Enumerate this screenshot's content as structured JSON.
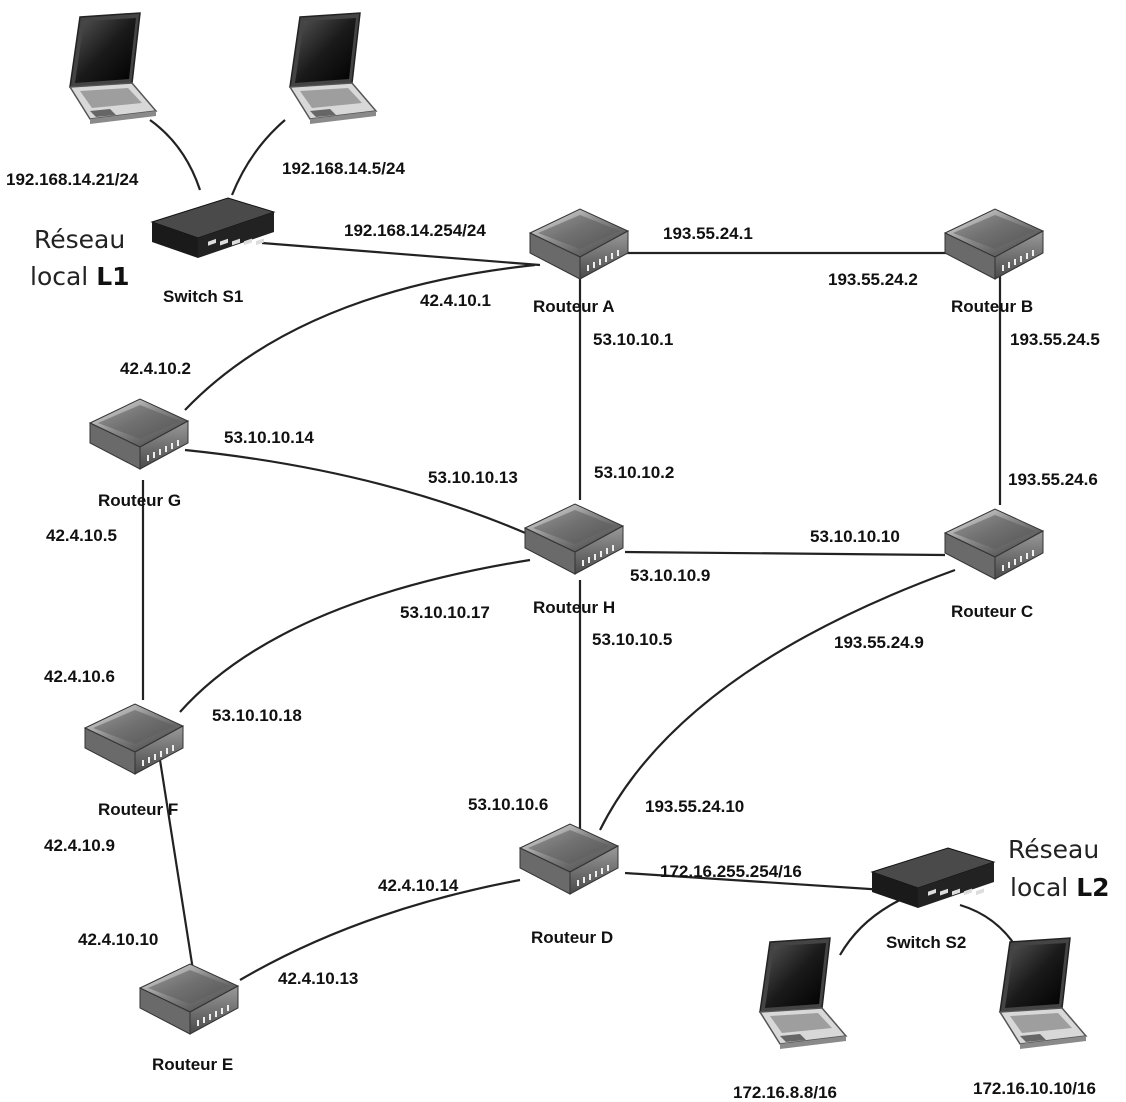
{
  "lans": {
    "l1": {
      "word": "Réseau",
      "prefix": "local ",
      "name": "L1"
    },
    "l2": {
      "word": "Réseau",
      "prefix": "local ",
      "name": "L2"
    }
  },
  "devices": {
    "switch_s1": "Switch S1",
    "switch_s2": "Switch S2",
    "router_a": "Routeur  A",
    "router_b": "Routeur B",
    "router_c": "Routeur C",
    "router_d": "Routeur D",
    "router_e": "Routeur E",
    "router_f": "Routeur F",
    "router_g": "Routeur G",
    "router_h": "Routeur H"
  },
  "hosts": {
    "pc1": "192.168.14.21/24",
    "pc2": "192.168.14.5/24",
    "pc3": "172.16.8.8/16",
    "pc4": "172.16.10.10/16"
  },
  "interfaces": {
    "a_s1": "192.168.14.254/24",
    "a_b": "193.55.24.1",
    "b_a": "193.55.24.2",
    "a_g": "42.4.10.1",
    "a_h": "53.10.10.1",
    "b_c": "193.55.24.5",
    "g_a": "42.4.10.2",
    "g_h": "53.10.10.14",
    "h_g": "53.10.10.13",
    "h_a": "53.10.10.2",
    "c_b": "193.55.24.6",
    "g_f": "42.4.10.5",
    "c_h": "53.10.10.10",
    "h_c": "53.10.10.9",
    "h_f": "53.10.10.17",
    "c_d": "193.55.24.9",
    "h_d": "53.10.10.5",
    "f_g": "42.4.10.6",
    "f_h": "53.10.10.18",
    "d_h": "53.10.10.6",
    "d_c": "193.55.24.10",
    "f_e": "42.4.10.9",
    "d_s2": "172.16.255.254/16",
    "d_e": "42.4.10.14",
    "e_f": "42.4.10.10",
    "e_d": "42.4.10.13"
  }
}
